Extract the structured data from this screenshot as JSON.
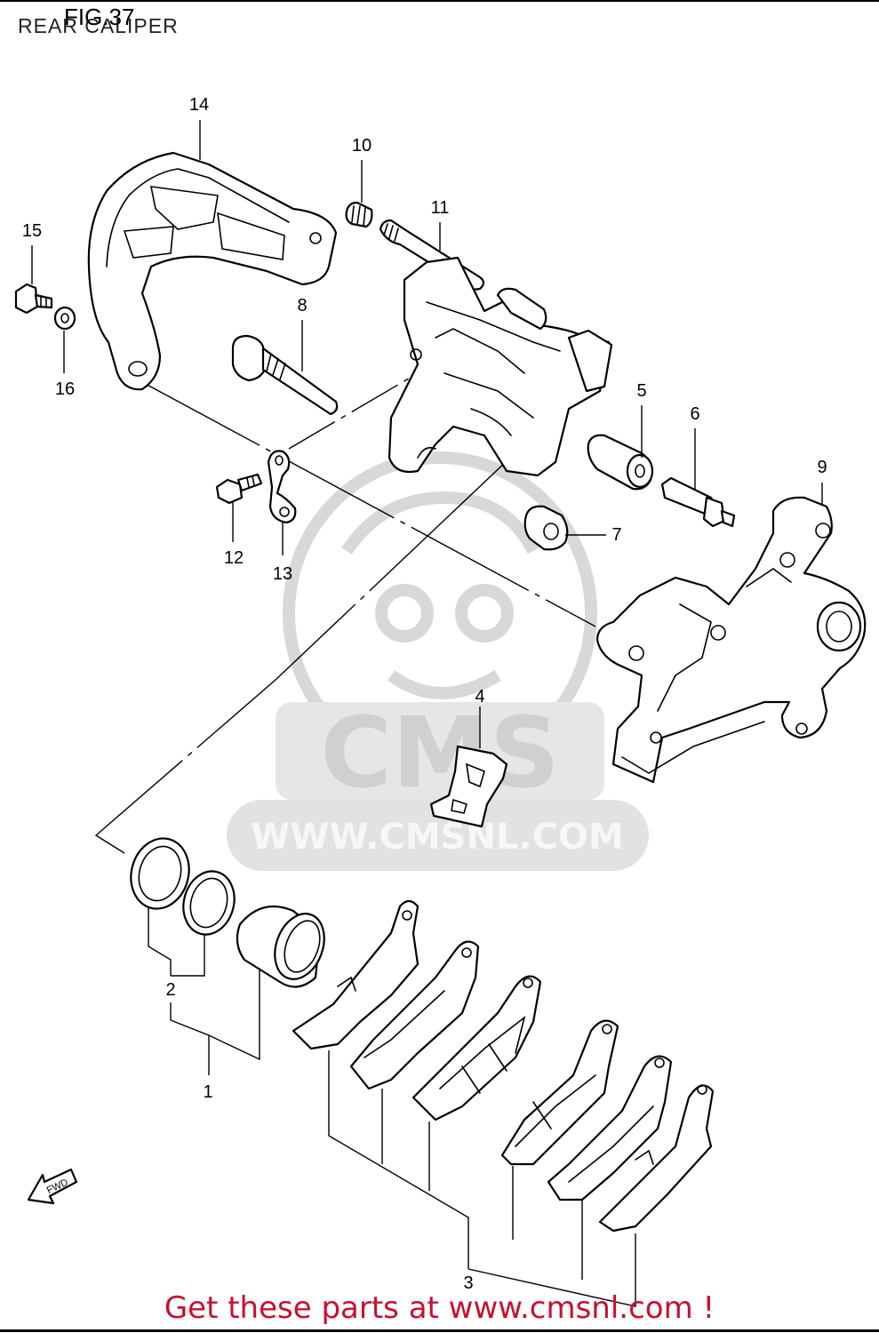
{
  "figure": {
    "number": "FIG.37",
    "title": "REAR CALIPER"
  },
  "watermark": {
    "brand": "CMS",
    "url": "WWW.CMSNL.COM"
  },
  "footer": {
    "text": "Get these parts at www.cmsnl.com !"
  },
  "direction_badge": {
    "label": "FWD"
  },
  "callouts": [
    "1",
    "2",
    "3",
    "4",
    "5",
    "6",
    "7",
    "8",
    "9",
    "10",
    "11",
    "12",
    "13",
    "14",
    "15",
    "16"
  ],
  "colors": {
    "footer_text": "#c8102e",
    "watermark": "#dcdcdc",
    "line_art": "#000000"
  }
}
